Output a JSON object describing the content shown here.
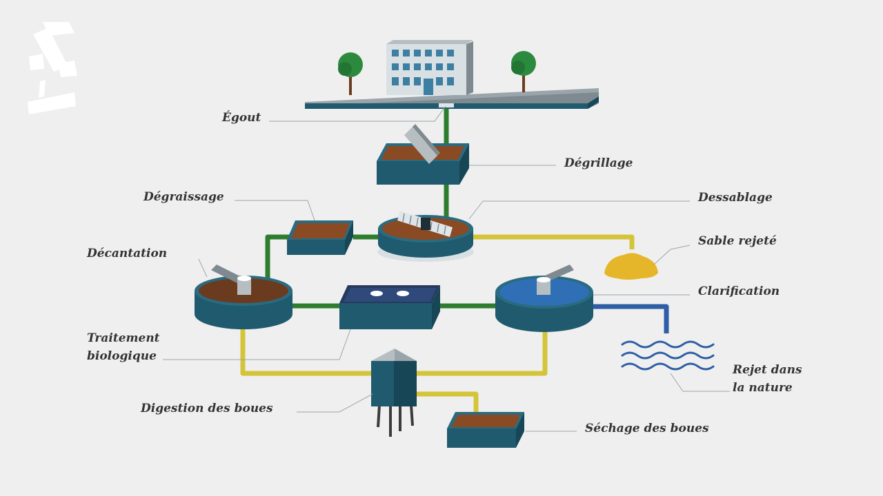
{
  "colors": {
    "background": "#efefef",
    "tank": "#1f5a6e",
    "tank_top": "#2a6b80",
    "sludge": "#8a4a24",
    "clear_water": "#2f6fb5",
    "pipe_green": "#2e7d2e",
    "pipe_yellow": "#d4c43a",
    "sand": "#e6b62a",
    "river": "#2e5fa6",
    "label": "#333333",
    "leader": "#9aa5ab"
  },
  "labels": {
    "egout": "Égout",
    "degrillage": "Dégrillage",
    "degraissage": "Dégraissage",
    "dessablage": "Dessablage",
    "sable_rejete": "Sable rejeté",
    "decantation": "Décantation",
    "clarification": "Clarification",
    "traitement_1": "Traitement",
    "traitement_2": "biologique",
    "rejet_1": "Rejet dans",
    "rejet_2": "la nature",
    "digestion": "Digestion des boues",
    "sechage": "Séchage des boues"
  }
}
